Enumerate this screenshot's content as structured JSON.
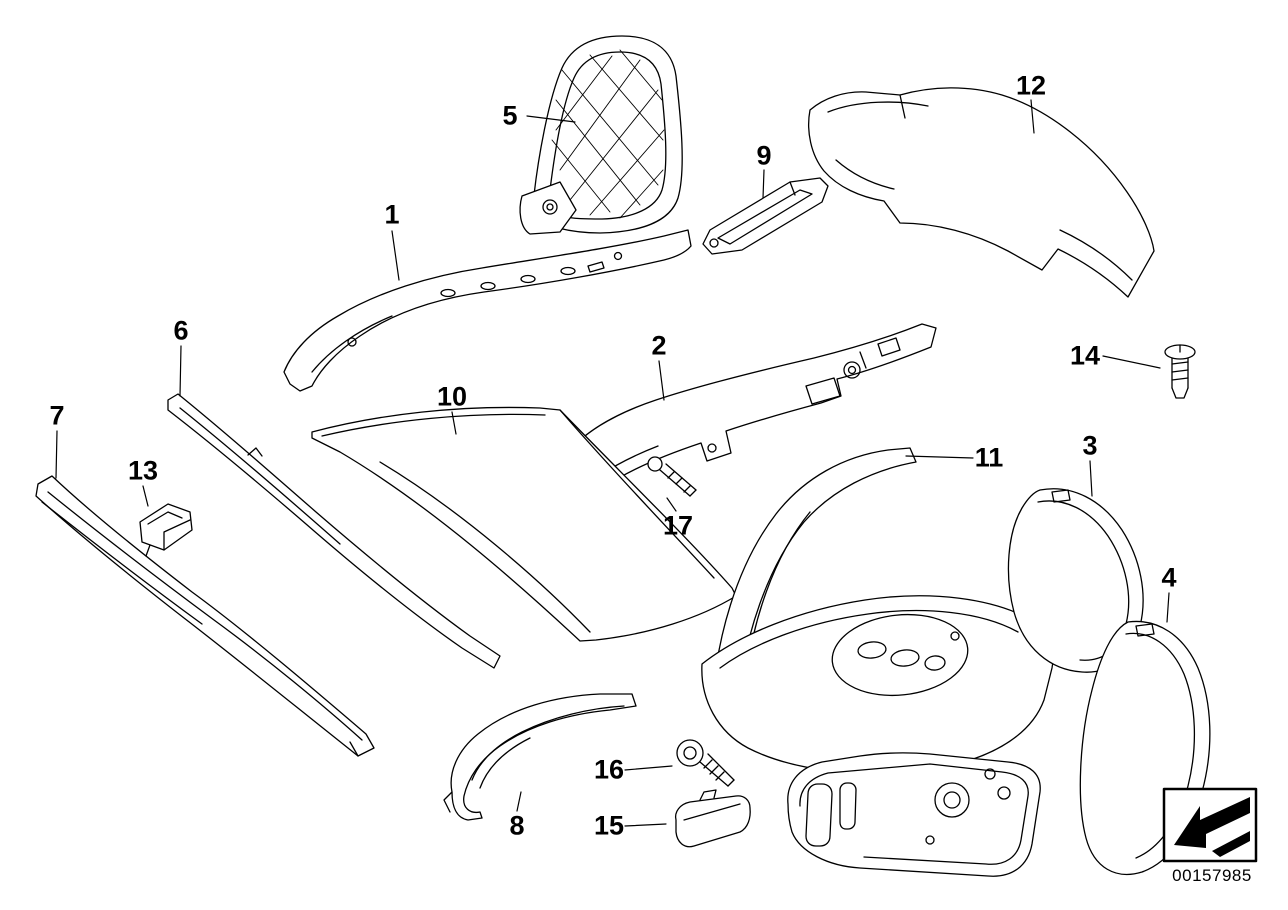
{
  "diagram": {
    "kind": "exploded-parts-diagram",
    "line_color": "#000000",
    "background_color": "#ffffff",
    "callouts": [
      "1",
      "2",
      "3",
      "4",
      "5",
      "6",
      "7",
      "8",
      "9",
      "10",
      "11",
      "12",
      "13",
      "14",
      "15",
      "16",
      "17"
    ],
    "document_number": "00157985"
  }
}
